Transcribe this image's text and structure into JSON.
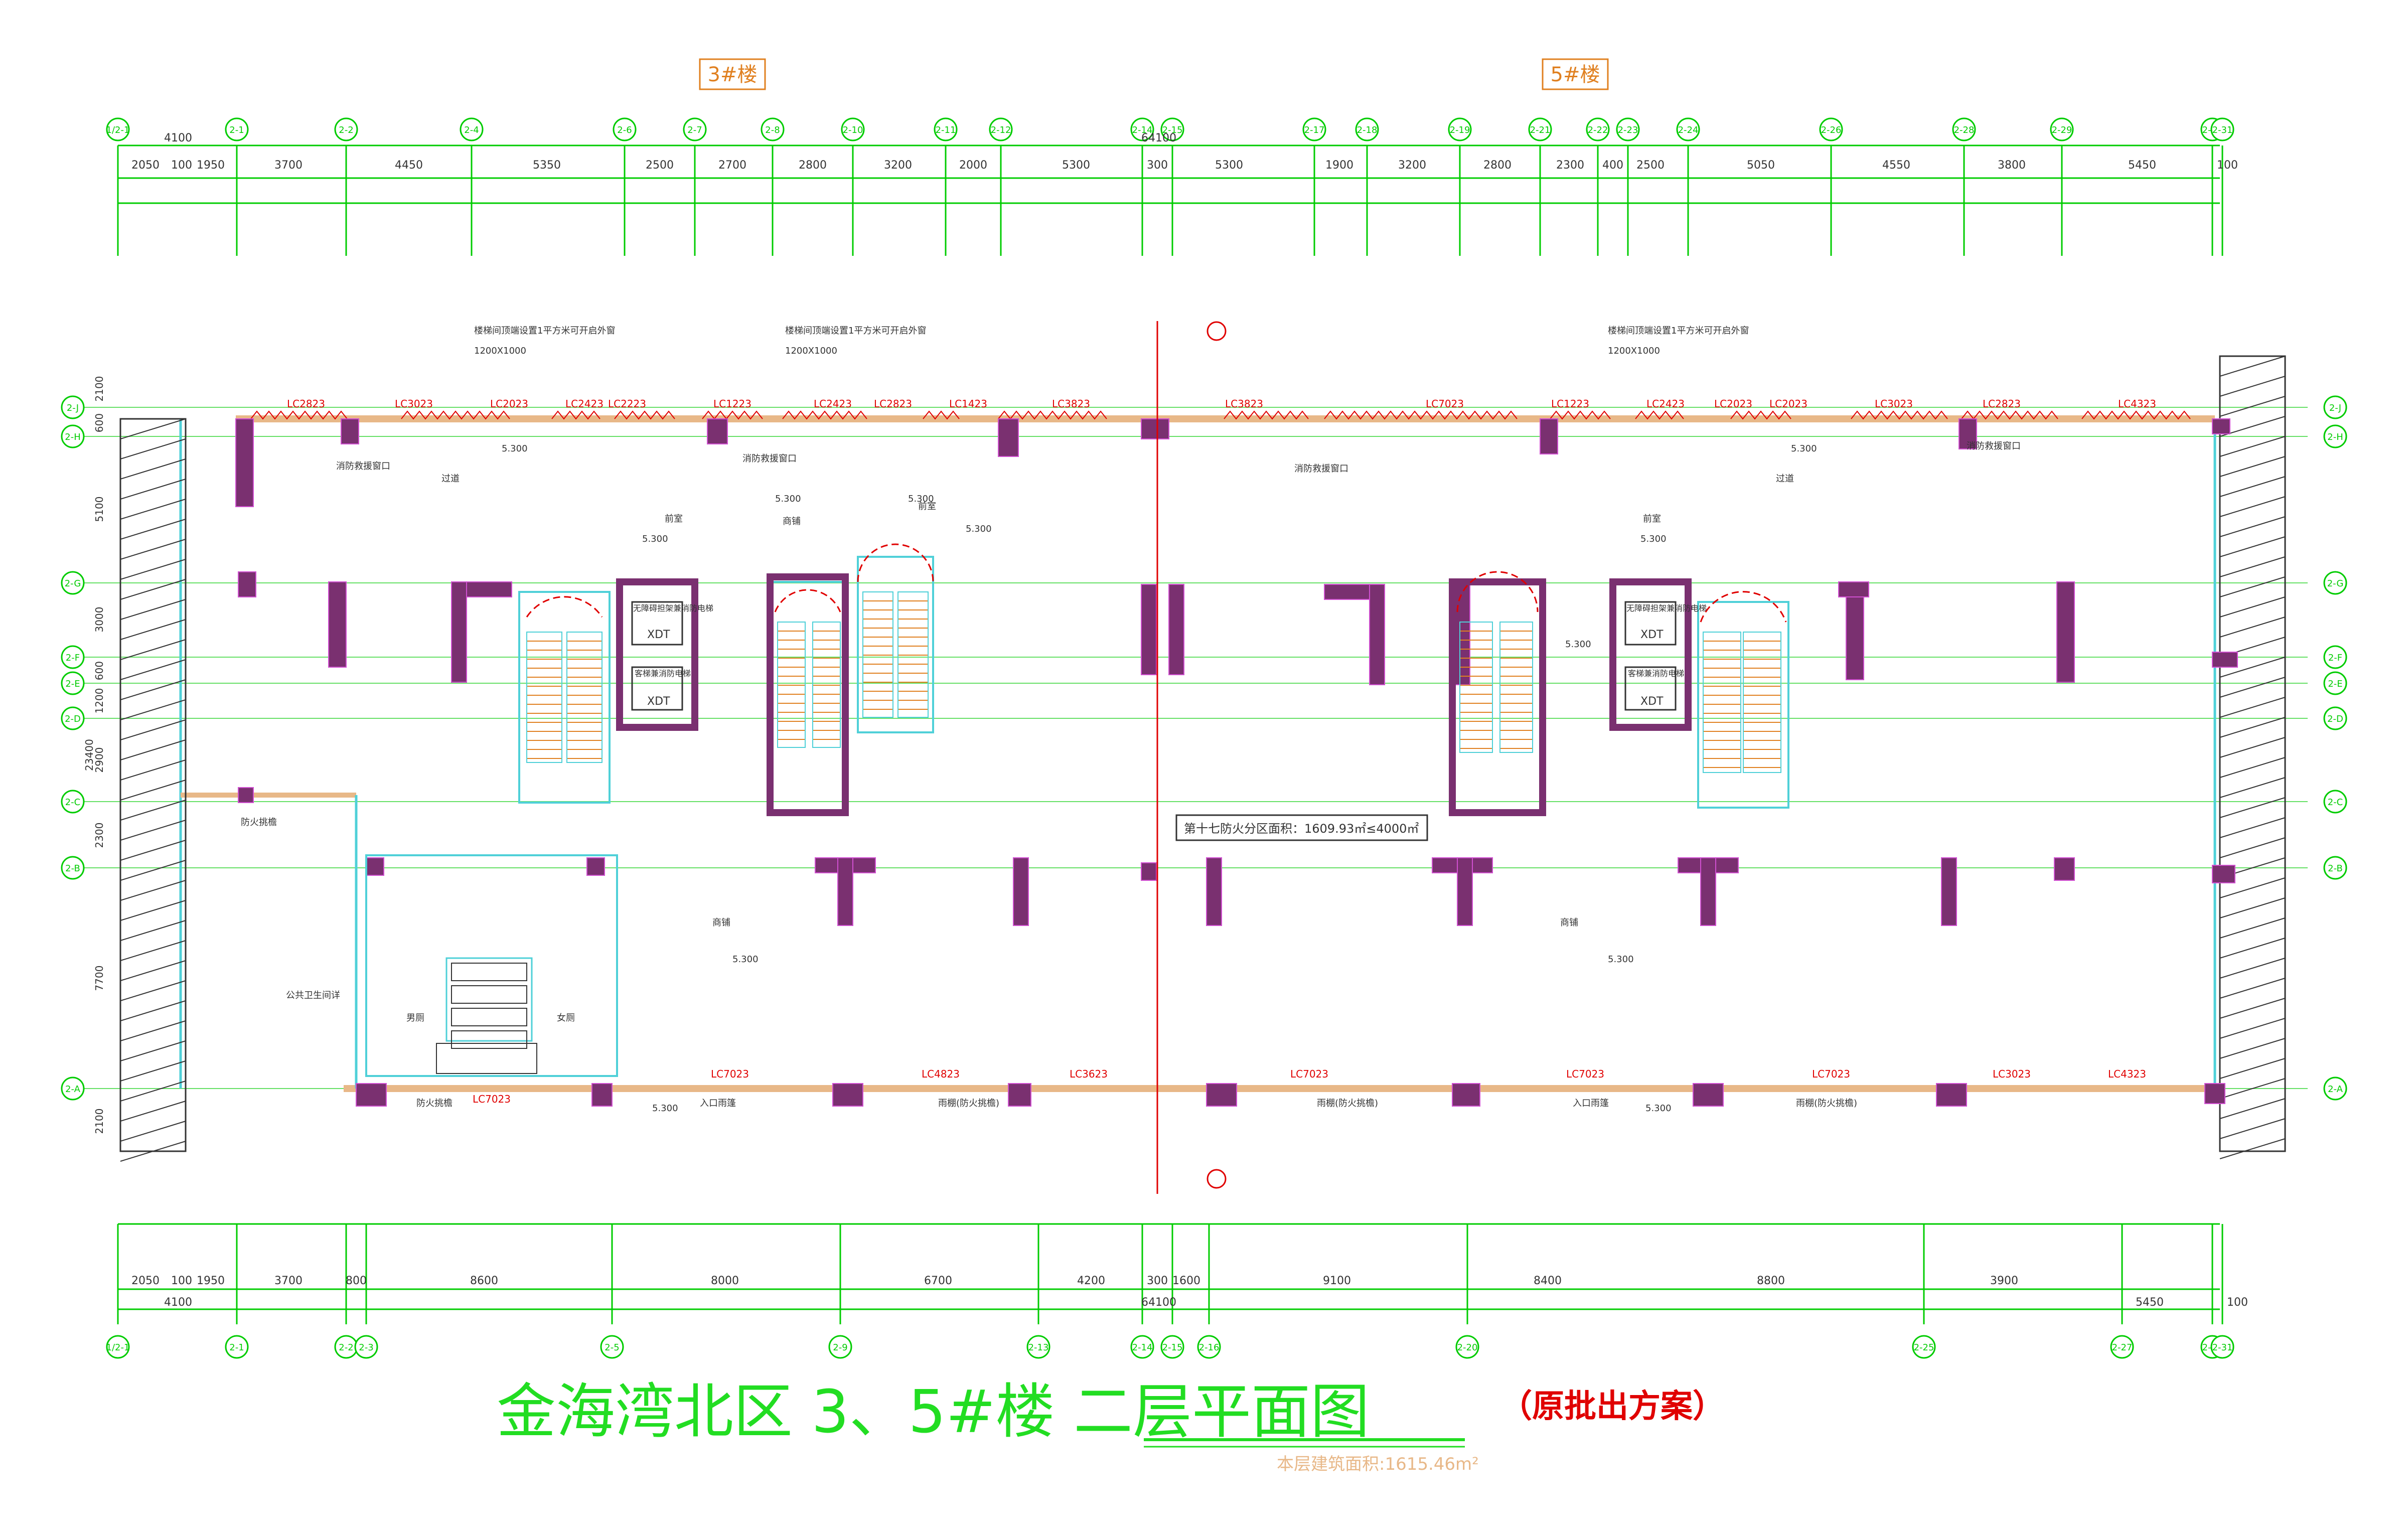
{
  "buildings": {
    "left": "3#楼",
    "right": "5#楼"
  },
  "top_axes": [
    "1/2-1",
    "2-1",
    "2-2",
    "2-4",
    "2-6",
    "2-7",
    "2-8",
    "2-10",
    "2-11",
    "2-12",
    "2-14",
    "2-15",
    "2-17",
    "2-18",
    "2-19",
    "2-21",
    "2-22",
    "2-23",
    "2-24",
    "2-26",
    "2-28",
    "2-29",
    "2-30",
    "2-31"
  ],
  "bottom_axes": [
    "1/2-1",
    "2-1",
    "2-2",
    "2-3",
    "2-5",
    "2-9",
    "2-13",
    "2-14",
    "2-15",
    "2-16",
    "2-20",
    "2-25",
    "2-27",
    "2-30",
    "2-31"
  ],
  "row_axes": [
    "2-J",
    "2-H",
    "2-G",
    "2-F",
    "2-E",
    "2-D",
    "2-C",
    "2-B",
    "2-A"
  ],
  "top_dims_inner": [
    "2050",
    "100",
    "1950",
    "3700",
    "4450",
    "5350",
    "2500",
    "2700",
    "2800",
    "3200",
    "2000",
    "5300",
    "300",
    "5300",
    "1900",
    "3200",
    "2800",
    "2300",
    "400",
    "2500",
    "5050",
    "4550",
    "3800",
    "5450",
    "100"
  ],
  "top_dims_outer": [
    "4100",
    "64100"
  ],
  "bottom_dims_inner": [
    "2050",
    "100",
    "1950",
    "3700",
    "800",
    "8600",
    "8000",
    "6700",
    "4200",
    "300",
    "1600",
    "9100",
    "8400",
    "8800",
    "3900"
  ],
  "bottom_dims_outer": [
    "4100",
    "64100",
    "5450",
    "100"
  ],
  "left_dims": [
    "2100",
    "600",
    "5100",
    "3000",
    "600",
    "1200",
    "2900",
    "23400",
    "2300",
    "7700",
    "2100"
  ],
  "window_labels": [
    "LC2823",
    "LC3023",
    "LC2023",
    "LC2423",
    "LC2223",
    "LC1223",
    "LC2423",
    "LC2823",
    "LC1423",
    "LC3823",
    "LC3823",
    "LC7023",
    "LC1223",
    "LC2423",
    "LC2023",
    "LC2023",
    "LC3023",
    "LC2823",
    "LC4323"
  ],
  "bottom_window_labels": [
    "LC7023",
    "LC4823",
    "LC3623",
    "LC7023",
    "LC7023",
    "LC7023",
    "LC3023",
    "LC4323"
  ],
  "room_labels": {
    "shop": "商铺",
    "front_room": "前室",
    "corridor": "过道",
    "passenger_elevator": "客梯兼消防电梯",
    "accessible_elevator": "无障碍担架兼消防电梯",
    "xdt": "XDT",
    "restroom": "公共卫生间详",
    "men": "男厕",
    "women": "女厕",
    "canopy": "雨棚(防火挑檐)",
    "entrance": "入口雨篷",
    "smoke_window": "消防救援窗口",
    "fire_eave": "防火挑檐"
  },
  "notes": {
    "stair_note": "楼梯间顶端设置1平方米可开启外窗",
    "window_size": "1200X1000",
    "fire_zone": "第十七防火分区面积：1609.93㎡≤4000㎡",
    "elev_mark": "5.300"
  },
  "title": "金海湾北区  3、5#楼  二层平面图",
  "title_note": "（原批出方案）",
  "area_note": "本层建筑面积:1615.46m²",
  "colors": {
    "grid": "#00cc00",
    "wall": "#7a3070",
    "window": "#e8b888",
    "red": "#e00000",
    "cyan": "#4fd0d8",
    "orange": "#e08020",
    "title": "#22dd22"
  }
}
